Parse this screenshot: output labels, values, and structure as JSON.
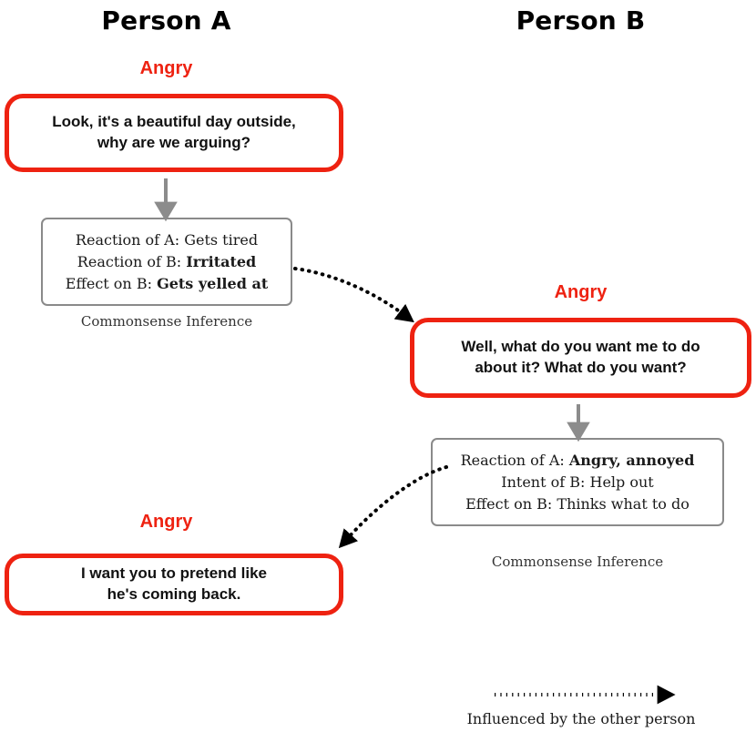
{
  "columns": {
    "person_a": {
      "title": "Person A"
    },
    "person_b": {
      "title": "Person B"
    }
  },
  "turns": [
    {
      "speaker": "Person A",
      "emotion": "Angry",
      "utterance": "Look, it's a beautiful day outside,\nwhy are we arguing?"
    },
    {
      "speaker": "Person B",
      "emotion": "Angry",
      "utterance": "Well, what do you want me to do\nabout it?  What do you want?"
    },
    {
      "speaker": "Person A",
      "emotion": "Angry",
      "utterance": "I want you to pretend like\nhe's coming back."
    }
  ],
  "inferences": [
    {
      "caption": "Commonsense Inference",
      "lines": [
        {
          "label": "Reaction of A:",
          "value": "Gets tired",
          "bold": false
        },
        {
          "label": "Reaction of B:",
          "value": "Irritated",
          "bold": true
        },
        {
          "label": "Effect on B:",
          "value": "Gets yelled at",
          "bold": true
        }
      ]
    },
    {
      "caption": "Commonsense Inference",
      "lines": [
        {
          "label": "Reaction of A:",
          "value": "Angry, annoyed",
          "bold": true
        },
        {
          "label": "Intent of B:",
          "value": "Help out",
          "bold": false
        },
        {
          "label": "Effect on B:",
          "value": "Thinks what to do",
          "bold": false
        }
      ]
    }
  ],
  "legend": {
    "text": "Influenced by the other person",
    "arrow_style": "dotted-arrow"
  },
  "colors": {
    "emotion_red": "#EE2211",
    "bubble_border": "#EE2211",
    "inference_border": "#8a8a8a",
    "flow_arrow": "#8c8c8c",
    "influence_arrow": "#000000",
    "text": "#111111",
    "background": "#ffffff"
  }
}
